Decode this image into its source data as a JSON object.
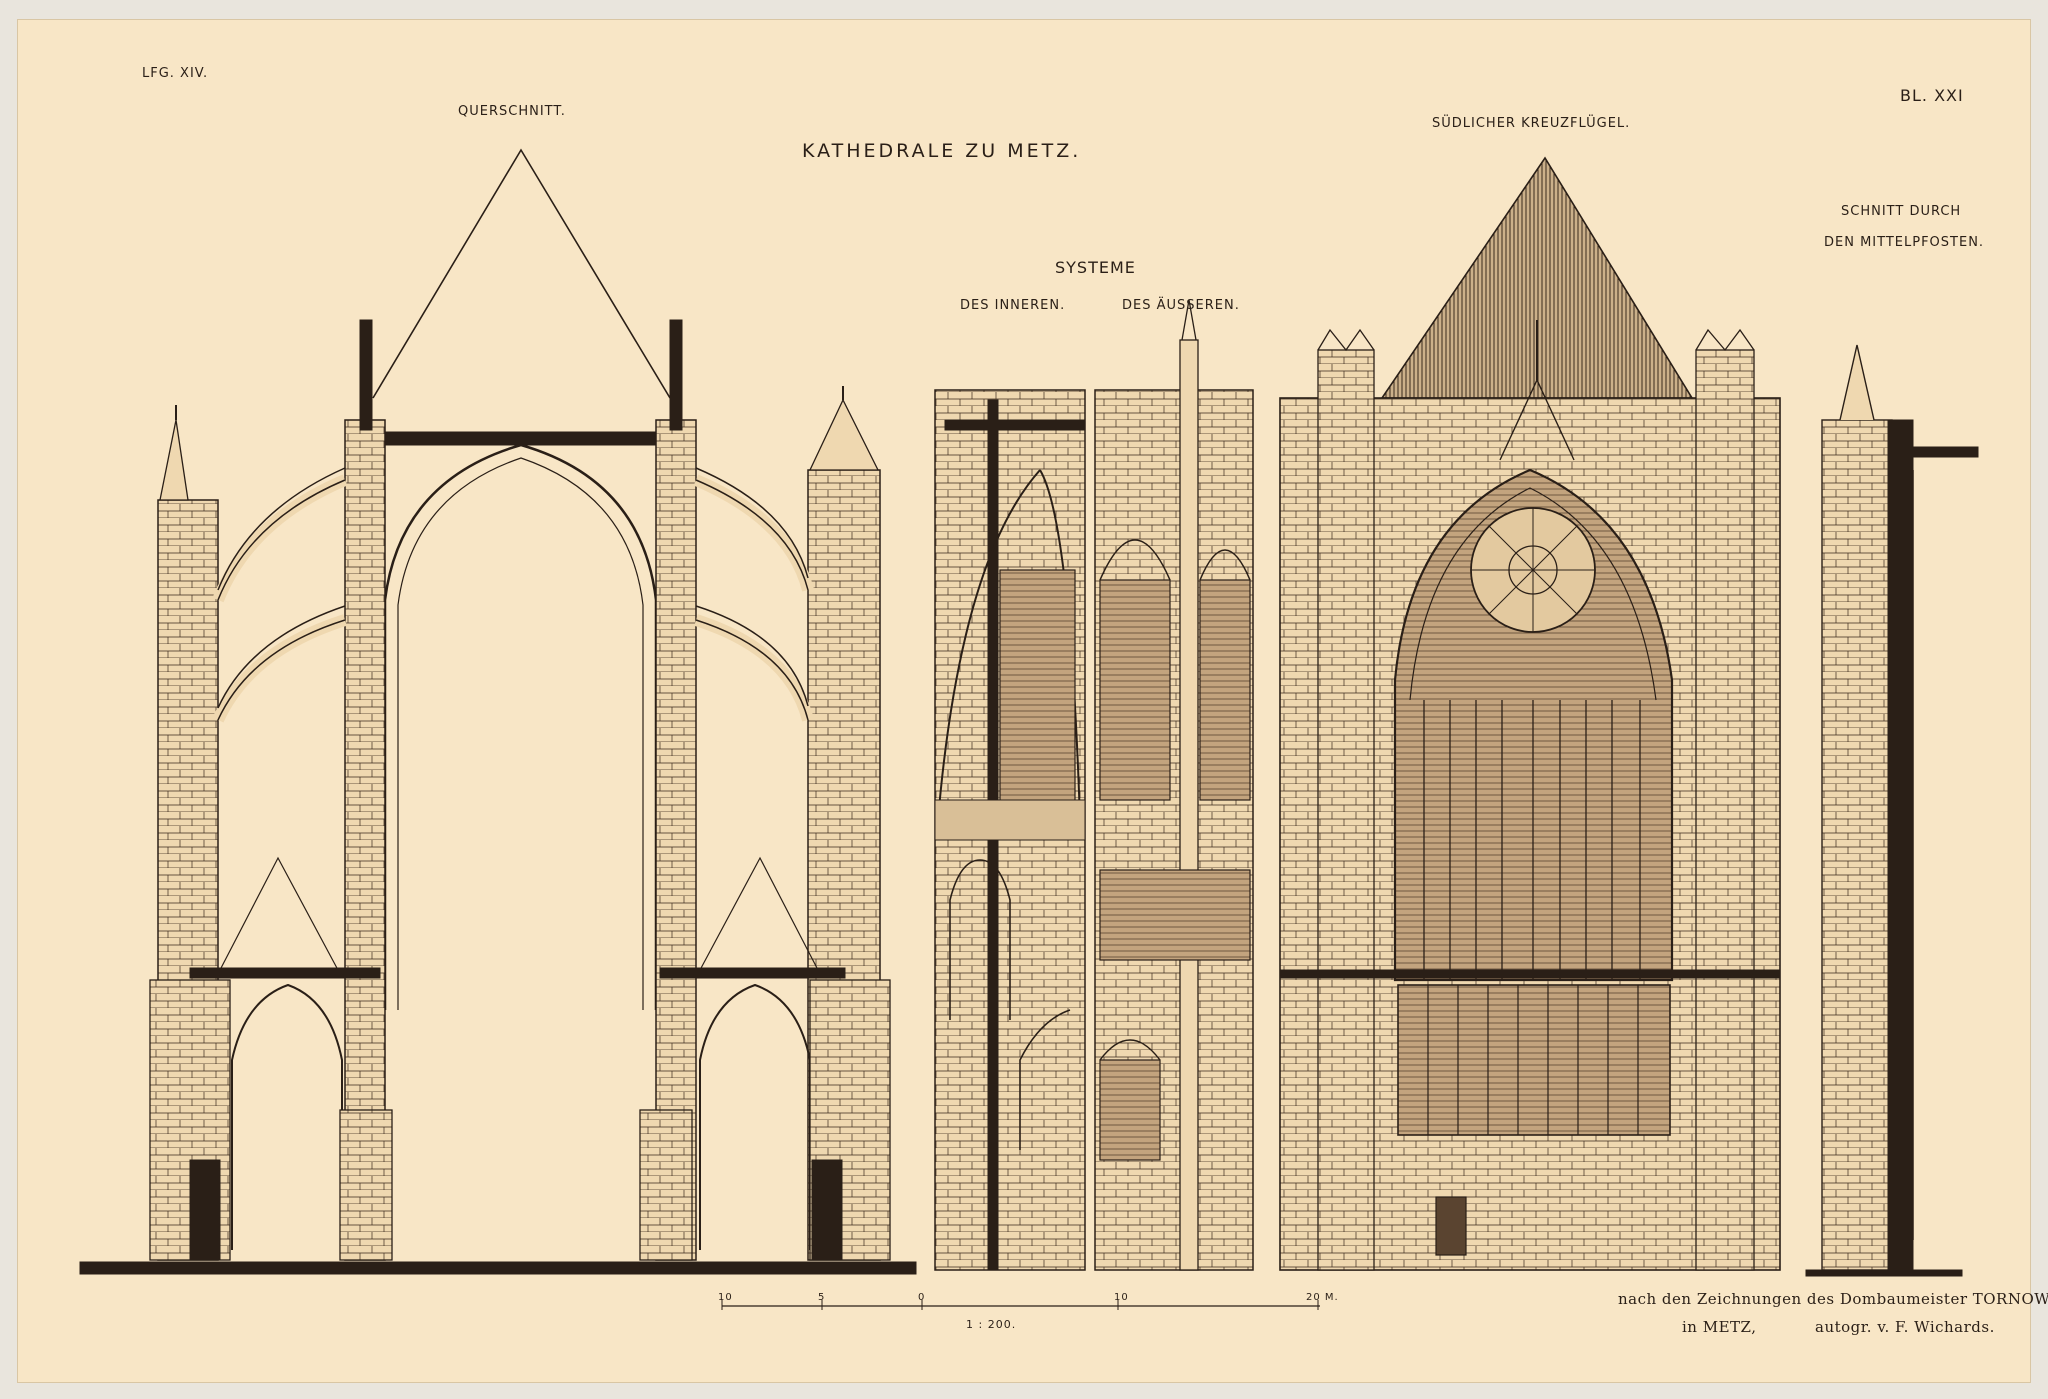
{
  "plate": {
    "lieferung": "LFG. XIV.",
    "blatt": "BL. XXI",
    "main_title": "KATHEDRALE ZU METZ."
  },
  "labels": {
    "querschnitt": "QUERSCHNITT.",
    "systeme": "SYSTEME",
    "des_inneren": "DES INNEREN.",
    "des_ausseren": "DES ÄUSSEREN.",
    "kreuzfluegel": "SÜDLICHER KREUZFLÜGEL.",
    "schnitt_line1": "SCHNITT DURCH",
    "schnitt_line2": "DEN MITTELPFOSTEN."
  },
  "scale": {
    "ticks": [
      "10",
      "5",
      "0",
      "10",
      "20 M."
    ],
    "ratio": "1 : 200."
  },
  "credits": {
    "line1": "nach den Zeichnungen des Dombaumeister TORNOW",
    "line2_left": "in METZ,",
    "line2_right": "autogr. v. F. Wichards."
  },
  "colors": {
    "paper": "#f8e6c6",
    "ink": "#2a1f17",
    "fill": "#e9d2ab",
    "window": "#b59a78"
  }
}
